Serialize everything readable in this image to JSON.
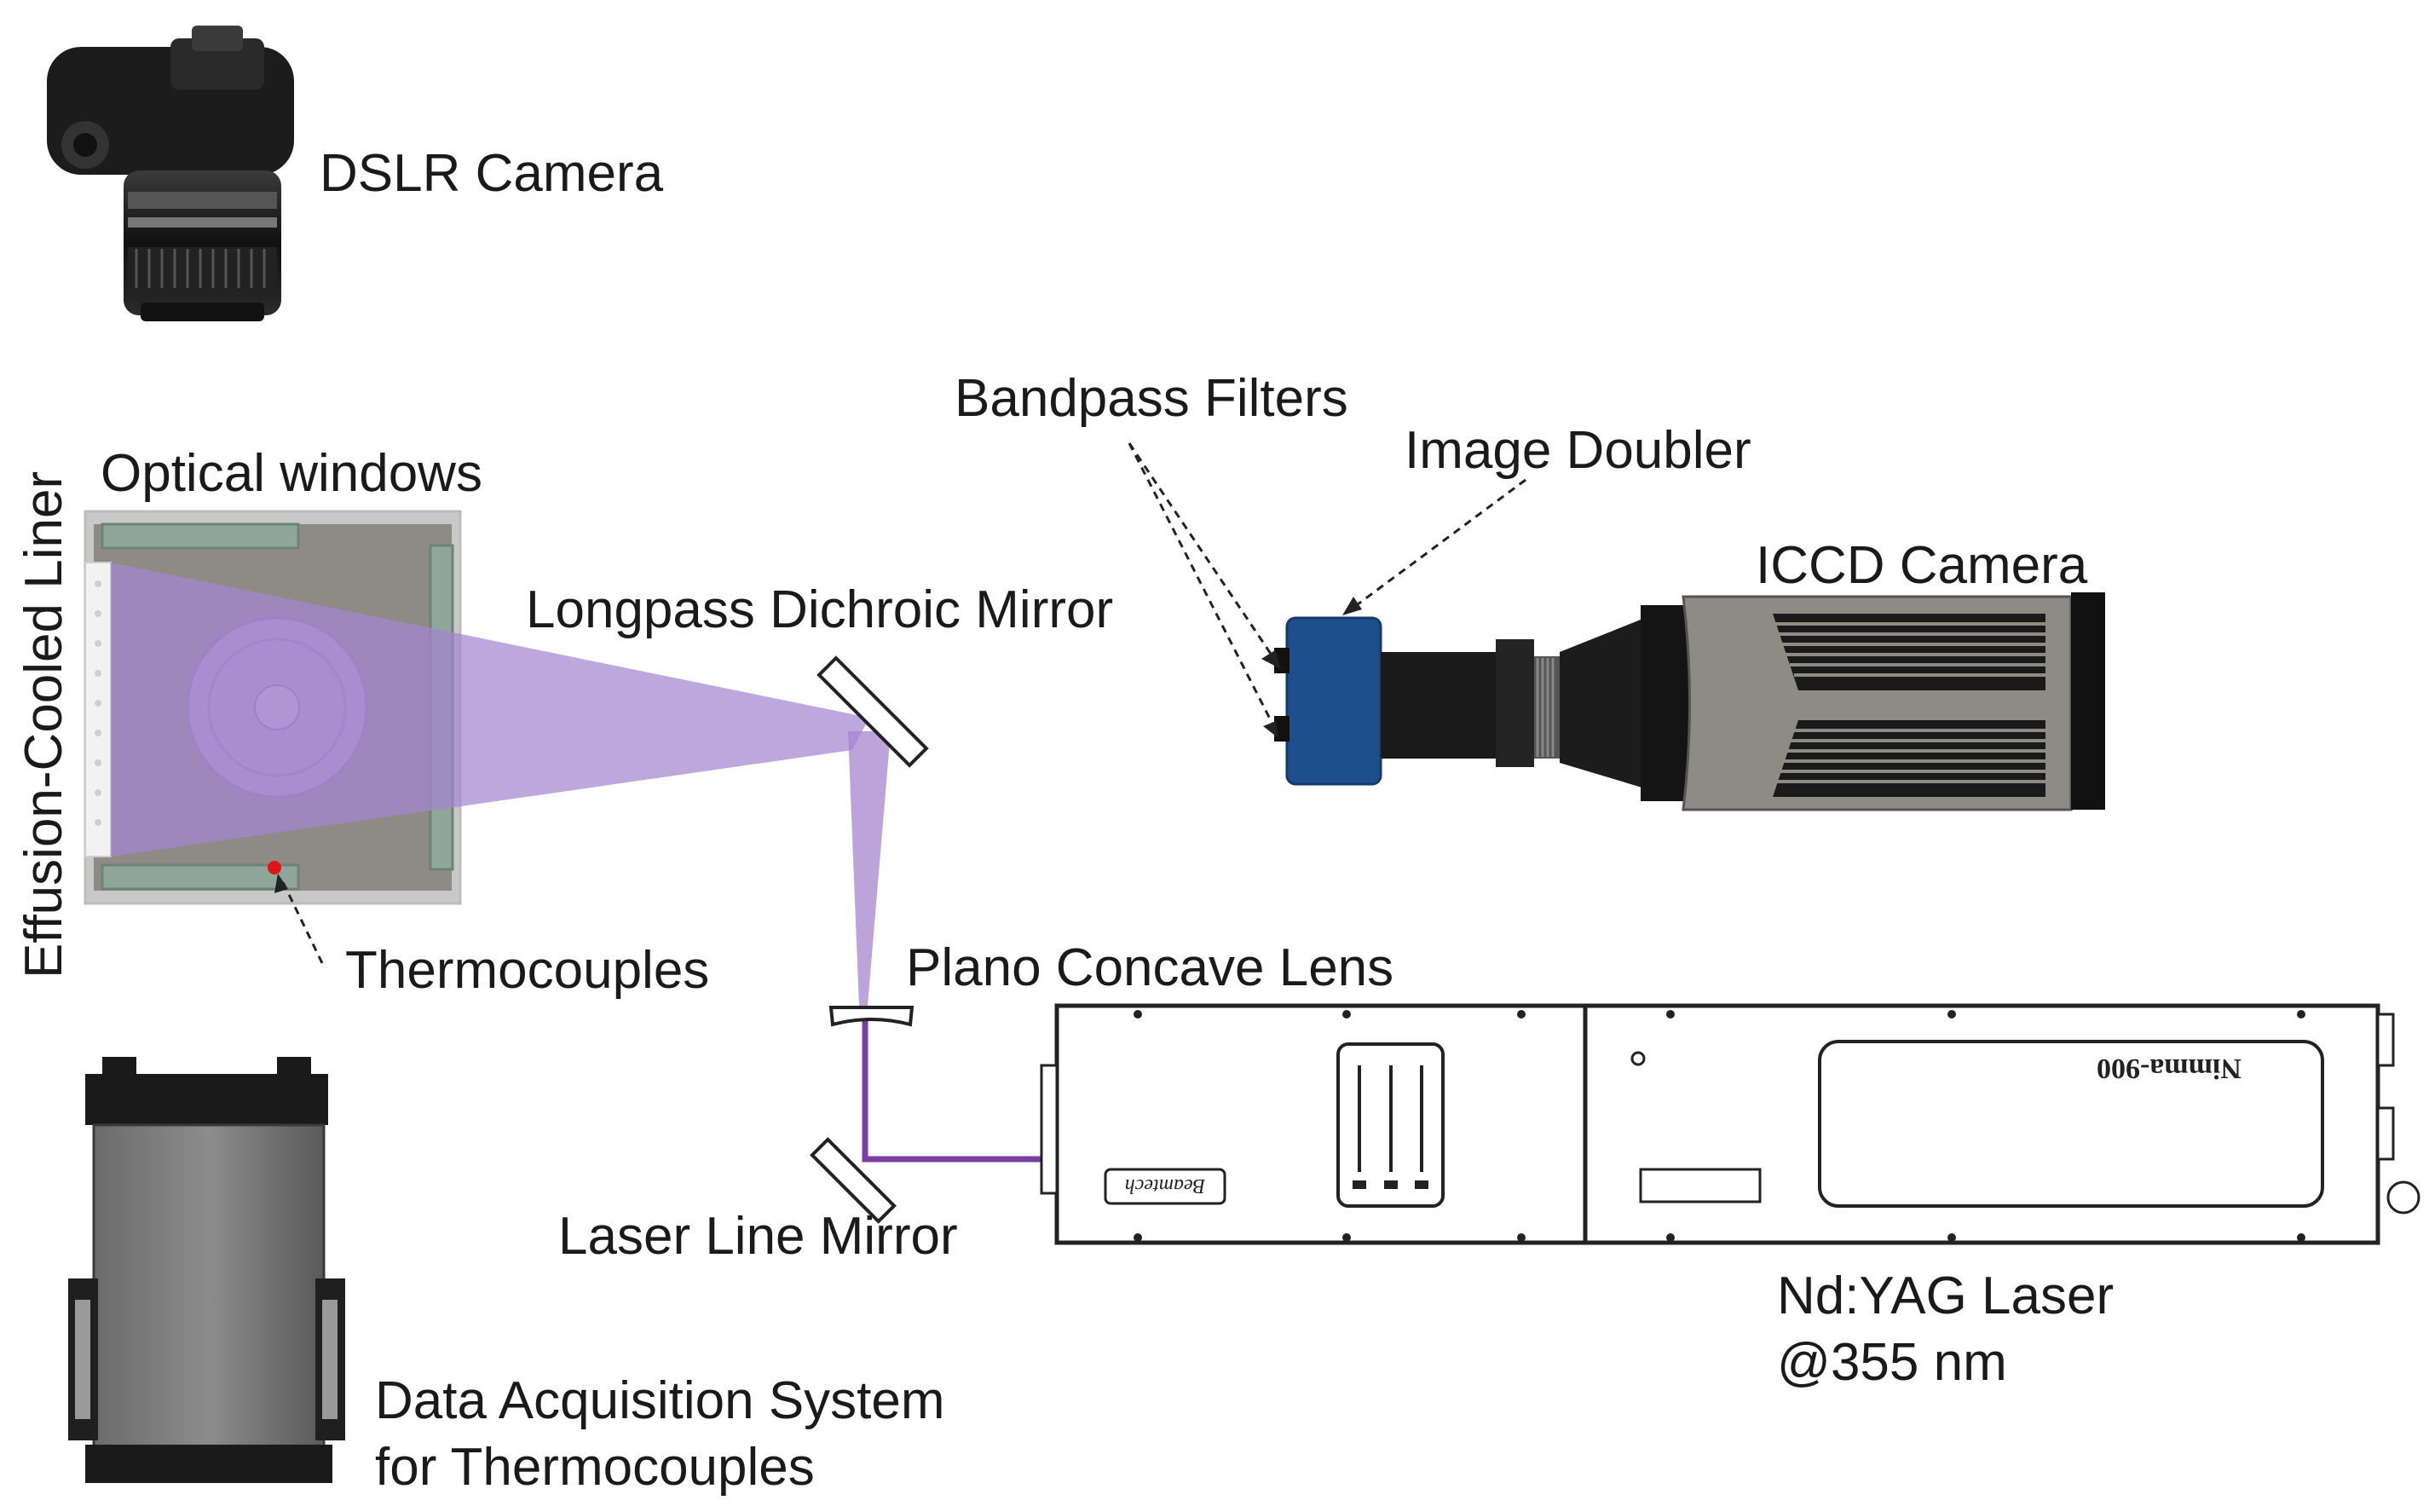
{
  "labels": {
    "dslr_camera": "DSLR Camera",
    "effusion_cooled_liner": "Effusion-Cooled Liner",
    "optical_windows": "Optical windows",
    "longpass_dichroic_mirror": "Longpass Dichroic Mirror",
    "bandpass_filters": "Bandpass Filters",
    "image_doubler": "Image Doubler",
    "iccd_camera": "ICCD Camera",
    "thermocouples": "Thermocouples",
    "plano_concave_lens": "Plano Concave Lens",
    "laser_line_mirror": "Laser Line Mirror",
    "nd_yag_laser_line1": "Nd:YAG Laser",
    "nd_yag_laser_line2": "@355 nm",
    "daq_line1": "Data Acquisition System",
    "daq_line2": "for Thermocouples"
  },
  "device_text": {
    "laser_brand": "Beamtech",
    "laser_model": "Nimma-900"
  },
  "colors": {
    "laser_beam_uv": "#7a3fa0",
    "light_sheet": "#a585cf",
    "icd_body": "#8e8b84",
    "image_doubler": "#1f4e8c",
    "thermocouple_dot": "#e01414"
  }
}
